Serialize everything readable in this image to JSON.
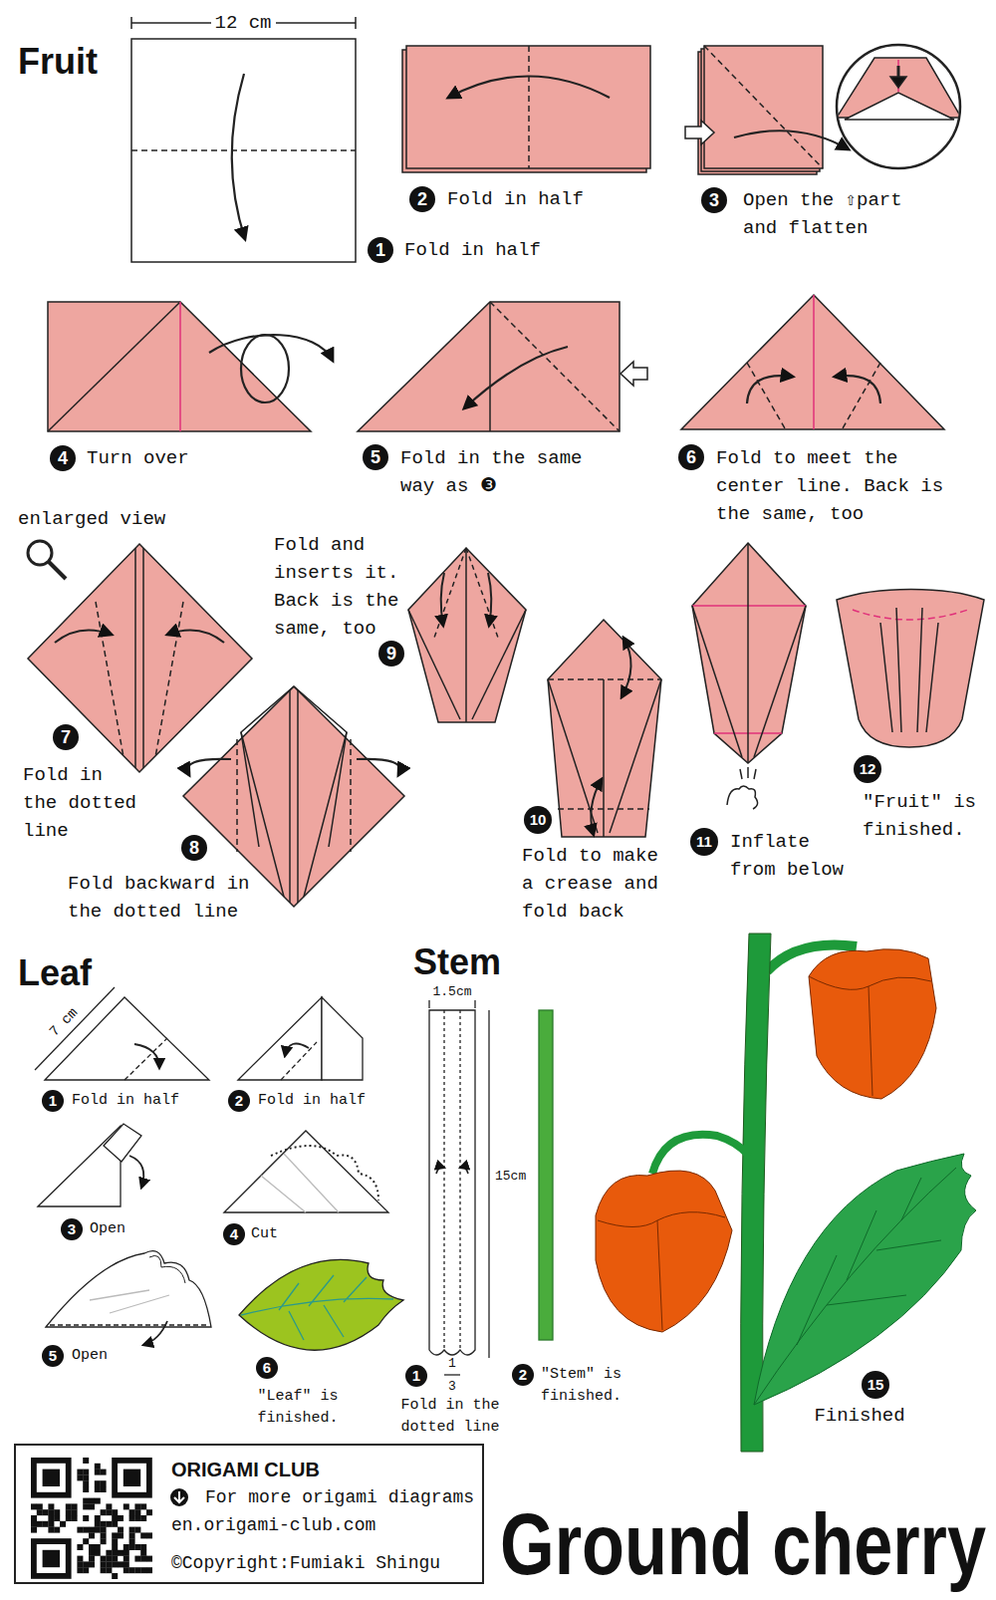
{
  "diagram": {
    "title": "Ground cherry",
    "nodes": [
      {
        "text": [
          "ORIGAMI CLUB",
          "For more origami diagrams",
          "en.origami-club.com",
          "©Copyright:Fumiaki Shingu"
        ]
      }
    ],
    "labels": [
      "Fruit",
      "12 cm",
      "1",
      "Fold in half",
      "2",
      "Fold in half",
      "3",
      "Open the ⇧part and flatten",
      "4",
      "Turn over",
      "5",
      "Fold in the same way as ❸",
      "6",
      "Fold to meet the center line. Back is the same, too",
      "enlarged view",
      "Fold and inserts it. Back is the same, too",
      "9",
      "7",
      "Fold in the dotted line",
      "8",
      "Fold backward in the dotted line",
      "10",
      "Fold to make a crease and fold back",
      "11",
      "Inflate from below",
      "12",
      "″Fruit″ is finished.",
      "Leaf",
      "7 cm",
      "1",
      "Fold in half",
      "2",
      "Fold in half",
      "3",
      "Open",
      "4",
      "Cut",
      "5",
      "Open",
      "6",
      "″Leaf″ is finished.",
      "Stem",
      "1.5cm",
      "15cm",
      "1",
      "1",
      "3",
      "Fold in the dotted line",
      "2",
      "″Stem″ is finished.",
      "15",
      "Finished"
    ]
  }
}
